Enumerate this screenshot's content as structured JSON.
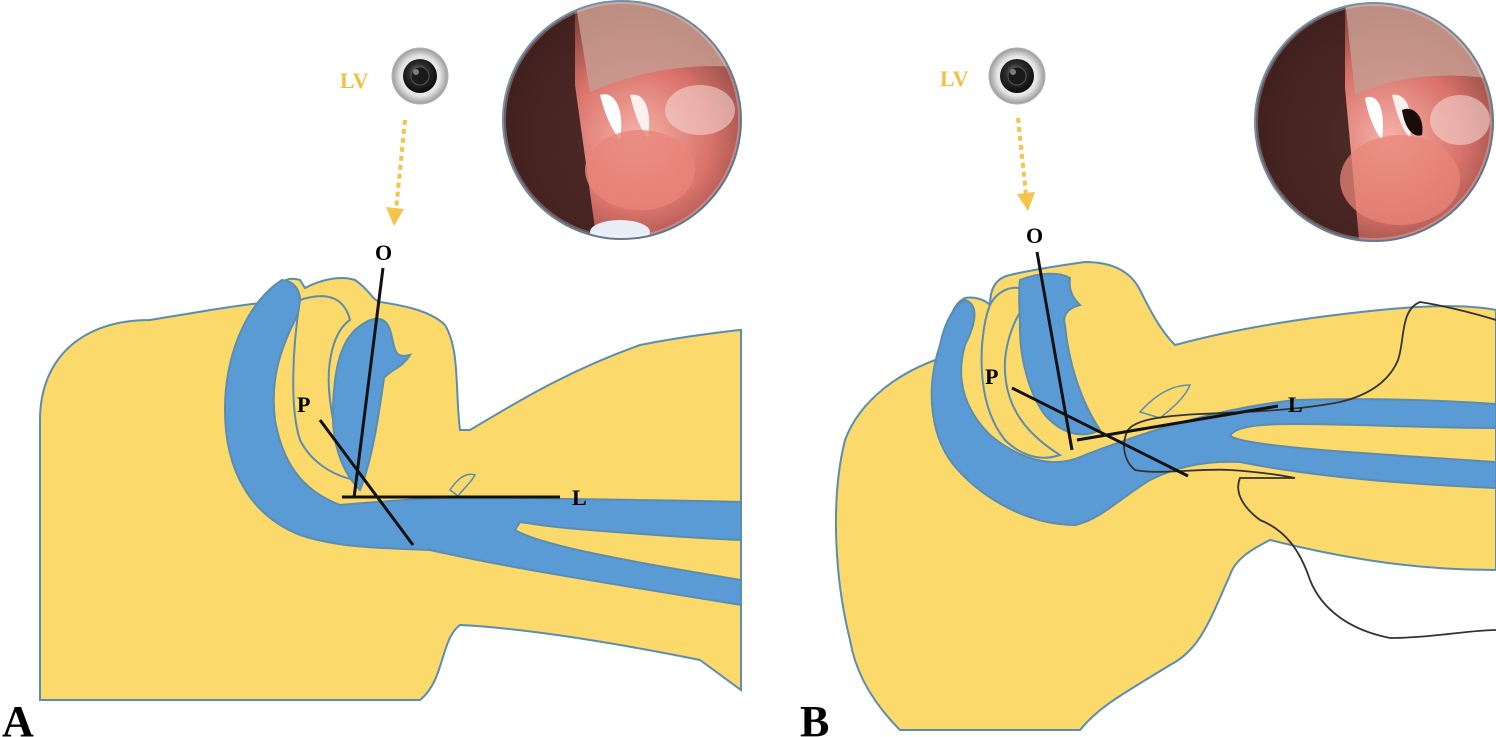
{
  "colors": {
    "tissue": "#fbd96a",
    "airway": "#5b9bd5",
    "outline": "#5a8db0",
    "axis": "#111111",
    "lv_label": "#f2c049",
    "arrow": "#f6c34c",
    "contour": "#333333"
  },
  "icons": {
    "laryngoscope_view": "camera-lens-icon",
    "endoscopic_view": "endoscopic-photo-inset"
  },
  "panels": [
    {
      "letter": "A",
      "lv_label": "LV",
      "axes": {
        "oral": "O",
        "pharyngeal": "P",
        "laryngeal": "L"
      }
    },
    {
      "letter": "B",
      "lv_label": "LV",
      "axes": {
        "oral": "O",
        "pharyngeal": "P",
        "laryngeal": "L"
      }
    }
  ]
}
